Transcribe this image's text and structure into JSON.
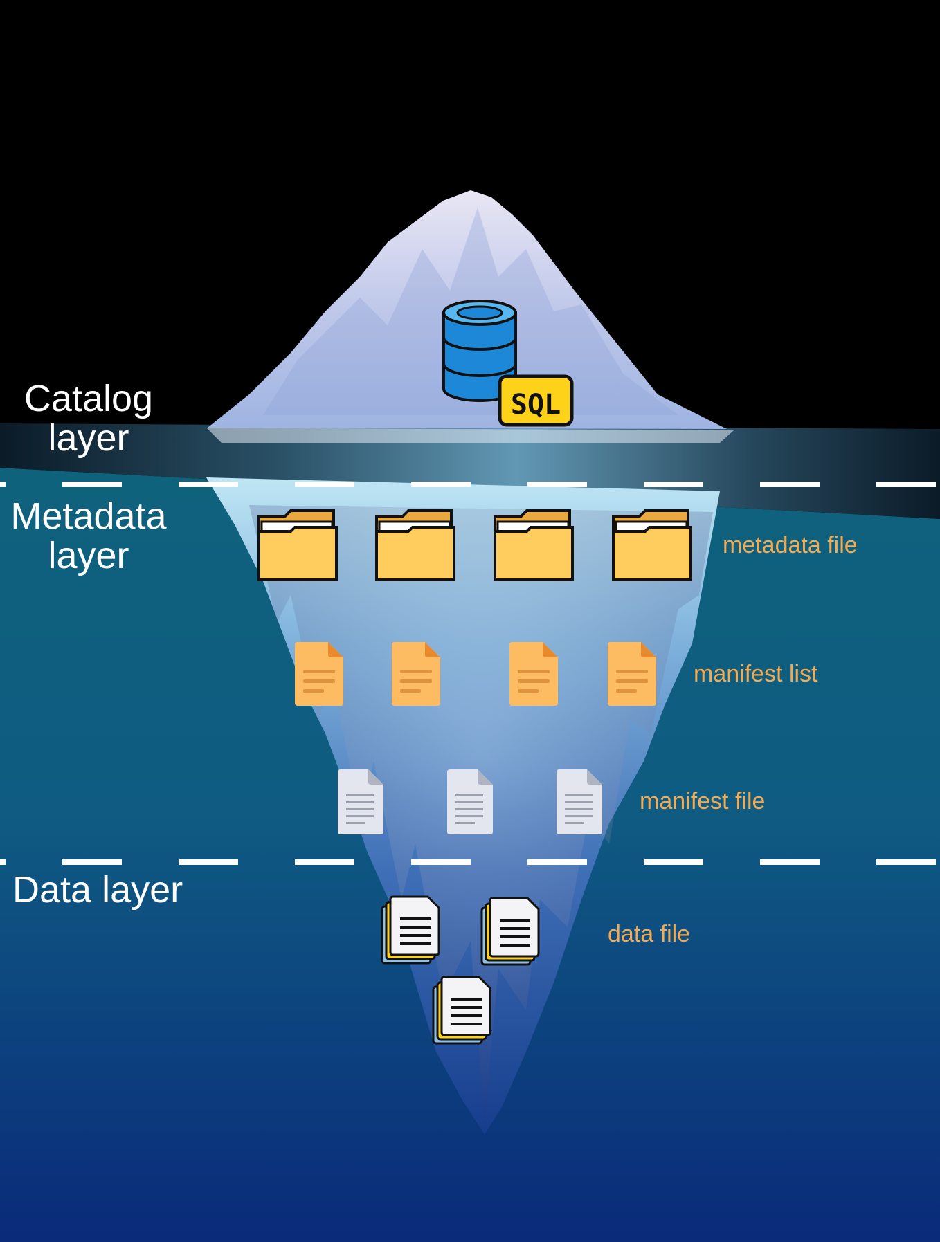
{
  "layers": {
    "catalog": {
      "line1": "Catalog",
      "line2": "layer"
    },
    "metadata": {
      "line1": "Metadata",
      "line2": "layer"
    },
    "data": {
      "line1": "Data layer"
    }
  },
  "file_labels": {
    "metadata_file": "metadata file",
    "manifest_list": "manifest list",
    "manifest_file": "manifest file",
    "data_file": "data file"
  },
  "sql_badge": {
    "text": "SQL"
  },
  "icons": {
    "catalog": "database-icon",
    "metadata_file": "folder-icon",
    "manifest_list": "orange-document-icon",
    "manifest_file": "gray-document-icon",
    "data_file": "stacked-documents-icon"
  },
  "colors": {
    "sky": "#000000",
    "water_top": "#0f5f78",
    "water_bottom": "#0a2a7a",
    "label_accent": "#f4aa50",
    "label_primary": "#ffffff",
    "database_blue": "#1e88d8",
    "sql_yellow": "#ffd21a",
    "folder_yellow": "#ffcd5e",
    "manifest_orange": "#fdbc62"
  }
}
